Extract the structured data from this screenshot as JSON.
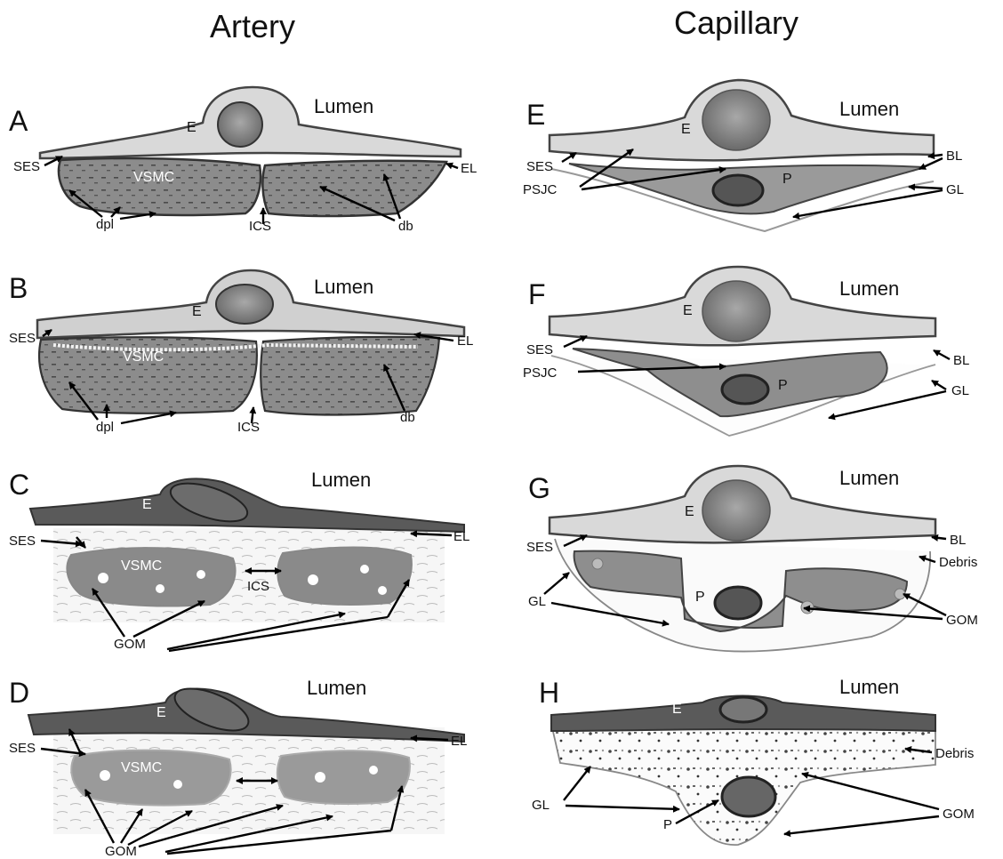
{
  "columns": {
    "artery": "Artery",
    "capillary": "Capillary"
  },
  "lumen": "Lumen",
  "panels": {
    "A": {
      "letter": "A",
      "E": "E",
      "VSMC": "VSMC",
      "SES": "SES",
      "EL": "EL",
      "dpl": "dpl",
      "ICS": "ICS",
      "db": "db"
    },
    "B": {
      "letter": "B",
      "E": "E",
      "VSMC": "VSMC",
      "SES": "SES",
      "EL": "EL",
      "dpl": "dpl",
      "ICS": "ICS",
      "db": "db"
    },
    "C": {
      "letter": "C",
      "E": "E",
      "VSMC": "VSMC",
      "SES": "SES",
      "EL": "EL",
      "ICS": "ICS",
      "GOM": "GOM"
    },
    "D": {
      "letter": "D",
      "E": "E",
      "VSMC": "VSMC",
      "SES": "SES",
      "EL": "EL",
      "GOM": "GOM"
    },
    "E": {
      "letter": "E",
      "E": "E",
      "SES": "SES",
      "PSJC": "PSJC",
      "P": "P",
      "BL": "BL",
      "GL": "GL"
    },
    "F": {
      "letter": "F",
      "E": "E",
      "SES": "SES",
      "PSJC": "PSJC",
      "P": "P",
      "BL": "BL",
      "GL": "GL"
    },
    "G": {
      "letter": "G",
      "E": "E",
      "SES": "SES",
      "P": "P",
      "BL": "BL",
      "Debris": "Debris",
      "GL": "GL",
      "GOM": "GOM"
    },
    "H": {
      "letter": "H",
      "E": "E",
      "P": "P",
      "Debris": "Debris",
      "GL": "GL",
      "GOM": "GOM"
    }
  },
  "colors": {
    "endothelium_light": "#d8d8d8",
    "endothelium_dark": "#5a5a5a",
    "muscle": "#8a8a8a",
    "nucleus": "#6e6e6e",
    "outline": "#333333"
  }
}
